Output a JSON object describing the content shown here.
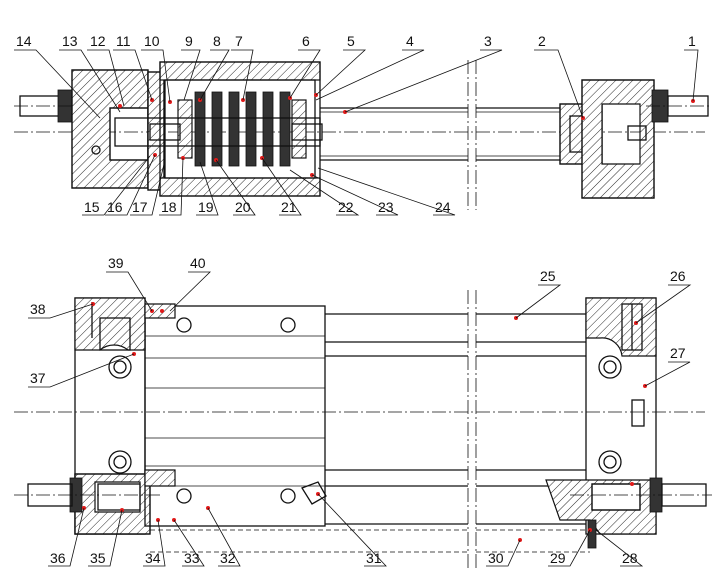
{
  "diagram": {
    "part_labels": [
      {
        "id": "p1",
        "text": "1"
      },
      {
        "id": "p2",
        "text": "2"
      },
      {
        "id": "p3",
        "text": "3"
      },
      {
        "id": "p4",
        "text": "4"
      },
      {
        "id": "p5",
        "text": "5"
      },
      {
        "id": "p6",
        "text": "6"
      },
      {
        "id": "p7",
        "text": "7"
      },
      {
        "id": "p8",
        "text": "8"
      },
      {
        "id": "p9",
        "text": "9"
      },
      {
        "id": "p10",
        "text": "10"
      },
      {
        "id": "p11",
        "text": "11"
      },
      {
        "id": "p12",
        "text": "12"
      },
      {
        "id": "p13",
        "text": "13"
      },
      {
        "id": "p14",
        "text": "14"
      },
      {
        "id": "p15",
        "text": "15"
      },
      {
        "id": "p16",
        "text": "16"
      },
      {
        "id": "p17",
        "text": "17"
      },
      {
        "id": "p18",
        "text": "18"
      },
      {
        "id": "p19",
        "text": "19"
      },
      {
        "id": "p20",
        "text": "20"
      },
      {
        "id": "p21",
        "text": "21"
      },
      {
        "id": "p22",
        "text": "22"
      },
      {
        "id": "p23",
        "text": "23"
      },
      {
        "id": "p24",
        "text": "24"
      },
      {
        "id": "p25",
        "text": "25"
      },
      {
        "id": "p26",
        "text": "26"
      },
      {
        "id": "p27",
        "text": "27"
      },
      {
        "id": "p28",
        "text": "28"
      },
      {
        "id": "p29",
        "text": "29"
      },
      {
        "id": "p30",
        "text": "30"
      },
      {
        "id": "p31",
        "text": "31"
      },
      {
        "id": "p32",
        "text": "32"
      },
      {
        "id": "p33",
        "text": "33"
      },
      {
        "id": "p34",
        "text": "34"
      },
      {
        "id": "p35",
        "text": "35"
      },
      {
        "id": "p36",
        "text": "36"
      },
      {
        "id": "p37",
        "text": "37"
      },
      {
        "id": "p38",
        "text": "38"
      },
      {
        "id": "p39",
        "text": "39"
      },
      {
        "id": "p40",
        "text": "40"
      }
    ],
    "colors": {
      "line": "#111111",
      "marker": "#e21a1a",
      "background": "#ffffff"
    }
  }
}
